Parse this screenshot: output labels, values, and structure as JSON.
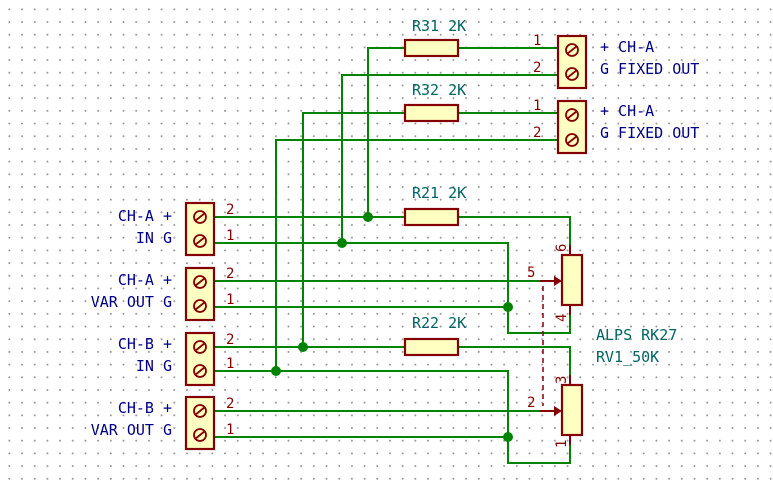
{
  "resistors": {
    "r31": "R31 2K",
    "r32": "R32 2K",
    "r21": "R21 2K",
    "r22": "R22 2K"
  },
  "pot": {
    "line1": "ALPS RK27",
    "line2": "RV1_50K",
    "pins": {
      "a6": "6",
      "a5": "5",
      "a4": "4",
      "b3": "3",
      "b2": "2",
      "b1": "1"
    }
  },
  "out_connectors": {
    "top": {
      "line1": "+ CH-A",
      "line2": "G FIXED OUT",
      "pin1": "1",
      "pin2": "2"
    },
    "second": {
      "line1": "+ CH-A",
      "line2": "G FIXED OUT",
      "pin1": "1",
      "pin2": "2"
    }
  },
  "left_connectors": [
    {
      "line1": "CH-A +",
      "line2": "IN  G",
      "pin_top": "2",
      "pin_bot": "1"
    },
    {
      "line1": "CH-A +",
      "line2": "VAR OUT  G",
      "pin_top": "2",
      "pin_bot": "1"
    },
    {
      "line1": "CH-B +",
      "line2": "IN  G",
      "pin_top": "2",
      "pin_bot": "1"
    },
    {
      "line1": "CH-B +",
      "line2": "VAR OUT  G",
      "pin_top": "2",
      "pin_bot": "1"
    }
  ],
  "colors": {
    "wire": "#008400",
    "component": "#840000",
    "reference": "#006464",
    "label": "#000084"
  }
}
